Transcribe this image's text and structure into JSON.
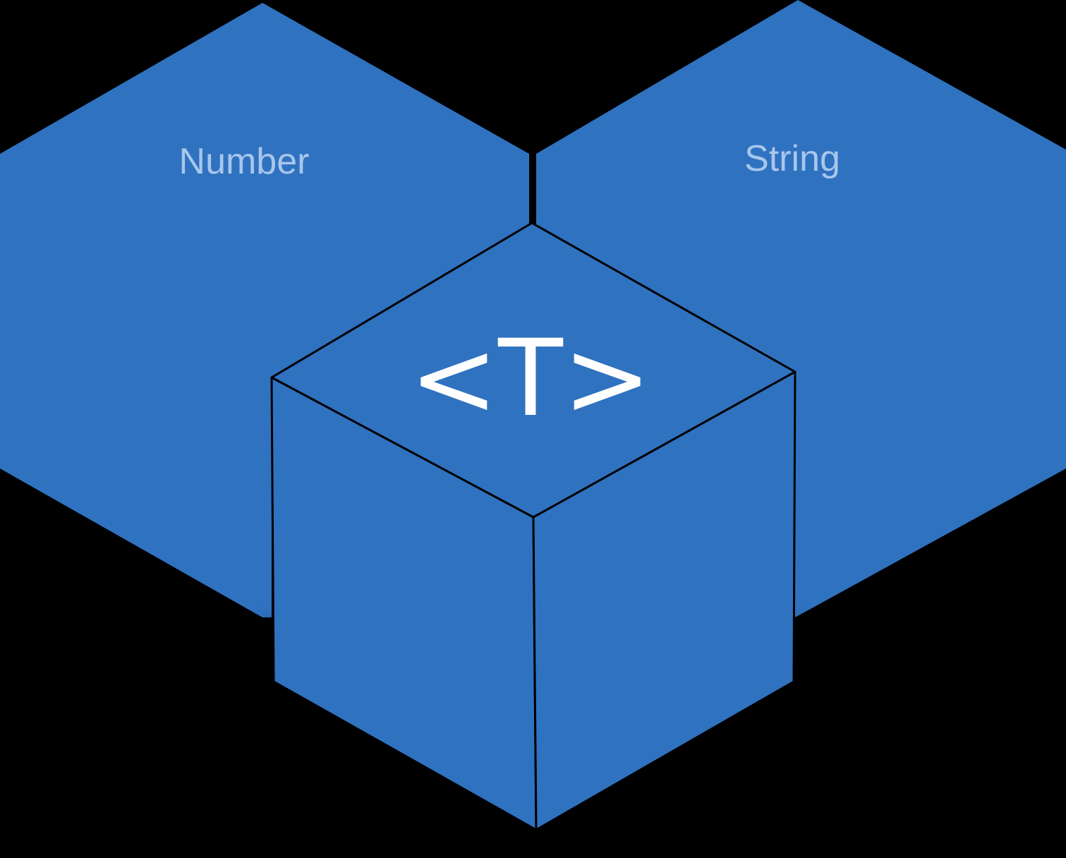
{
  "diagram": {
    "left_block": {
      "label": "Number"
    },
    "right_block": {
      "label": "String"
    },
    "center_cube": {
      "label": "<T>"
    }
  },
  "colors": {
    "background": "#000000",
    "block_fill": "#2f72c0",
    "cube_edge": "#000000",
    "block_label": "#a8c6ec",
    "cube_label": "#ffffff"
  }
}
